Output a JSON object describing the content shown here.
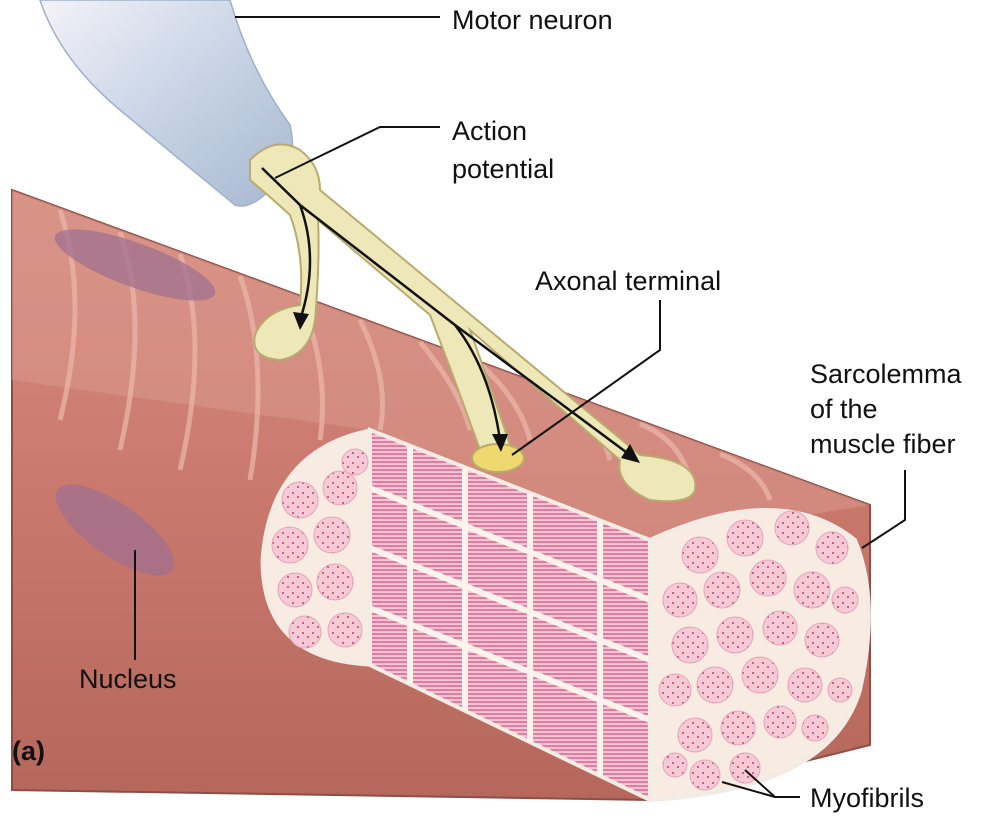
{
  "labels": {
    "motor_neuron": "Motor neuron",
    "action_potential_1": "Action",
    "action_potential_2": "potential",
    "axonal_terminal": "Axonal terminal",
    "sarcolemma_1": "Sarcolemma",
    "sarcolemma_2": "of the",
    "sarcolemma_3": "muscle fiber",
    "nucleus": "Nucleus",
    "myofibrils": "Myofibrils",
    "panel": "(a)"
  },
  "colors": {
    "muscle_fiber": "#c97a6e",
    "muscle_stripe": "#e6aa9c",
    "neuron": "#eee8b8",
    "myofibril": "#f2bfcf",
    "myofibril_dot": "#c43a6a",
    "striation": "#d9477c",
    "nucleus": "#a07090",
    "axon_terminal_plate": "#f0d870"
  }
}
